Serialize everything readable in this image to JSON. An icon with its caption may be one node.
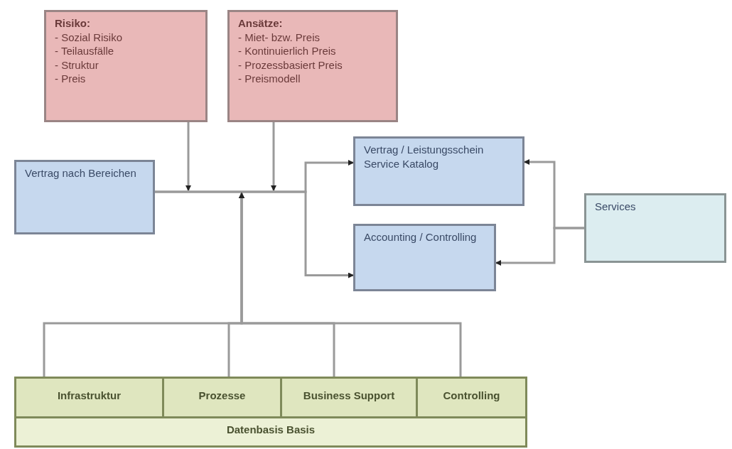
{
  "diagram": {
    "nodes": [
      {
        "text": [
          "Risiko:",
          "- Sozial Risiko",
          "- Teilausfälle",
          "- Struktur",
          "- Preis"
        ]
      },
      {
        "text": [
          "Ansätze:",
          "- Miet- bzw. Preis",
          "- Kontinuierlich Preis",
          "- Prozessbasiert Preis",
          "- Preismodell"
        ]
      },
      {
        "text": [
          "Vertrag nach Bereichen"
        ]
      },
      {
        "text": [
          "Vertrag / Leistungsschein Service Katalog"
        ]
      },
      {
        "text": [
          "Accounting / Controlling"
        ]
      },
      {
        "text": [
          "Services"
        ]
      },
      {
        "text": [
          "Datenbasis Basis"
        ]
      },
      {
        "text": [
          "Infrastruktur"
        ],
        "in": 6
      },
      {
        "text": [
          "Prozesse"
        ],
        "in": 6
      },
      {
        "text": [
          "Business Support"
        ],
        "in": 6
      },
      {
        "text": [
          "Controlling"
        ],
        "in": 6
      }
    ],
    "edges": [
      {
        "from": 0,
        "to": null,
        "arrow": "to"
      },
      {
        "from": 1,
        "to": null,
        "arrow": "to"
      },
      {
        "from": 2,
        "to": 3,
        "arrow": "to"
      },
      {
        "from": 2,
        "to": 4,
        "arrow": "to"
      },
      {
        "from": 7,
        "to": null,
        "arrow": "to"
      },
      {
        "from": 8,
        "to": null,
        "arrow": "to"
      },
      {
        "from": 9,
        "to": null,
        "arrow": "to"
      },
      {
        "from": 10,
        "to": null,
        "arrow": "to"
      },
      {
        "from": 5,
        "to": 3,
        "arrow": "to"
      },
      {
        "from": 5,
        "to": 4,
        "arrow": "to"
      }
    ]
  }
}
